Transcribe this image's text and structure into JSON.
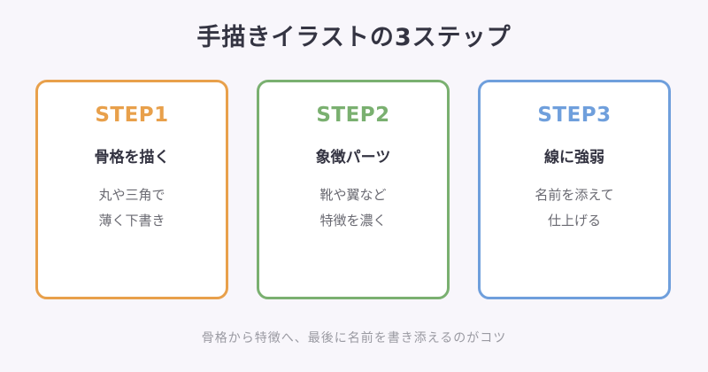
{
  "title": "手描きイラストの3ステップ",
  "colors": {
    "step1": "#e8a04b",
    "step2": "#7ab070",
    "step3": "#6f9fdc"
  },
  "steps": [
    {
      "label": "STEP1",
      "heading": "骨格を描く",
      "lines": [
        "丸や三角で",
        "薄く下書き"
      ]
    },
    {
      "label": "STEP2",
      "heading": "象徴パーツ",
      "lines": [
        "靴や翼など",
        "特徴を濃く"
      ]
    },
    {
      "label": "STEP3",
      "heading": "線に強弱",
      "lines": [
        "名前を添えて",
        "仕上げる"
      ]
    }
  ],
  "footer": "骨格から特徴へ、最後に名前を書き添えるのがコツ"
}
